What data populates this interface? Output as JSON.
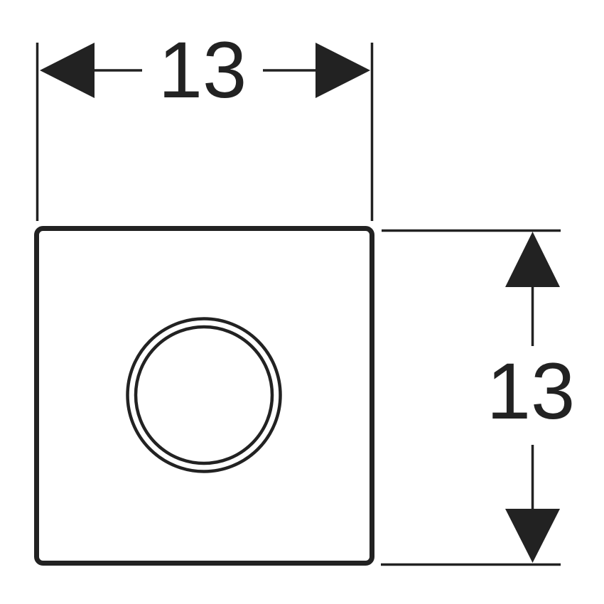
{
  "drawing": {
    "type": "technical dimension drawing",
    "colors": {
      "stroke": "#222222",
      "background": "#ffffff"
    },
    "plate": {
      "shape": "rounded square"
    },
    "button": {
      "shape": "double circle"
    },
    "dimensions": {
      "width": {
        "label": "13"
      },
      "height": {
        "label": "13"
      }
    }
  }
}
